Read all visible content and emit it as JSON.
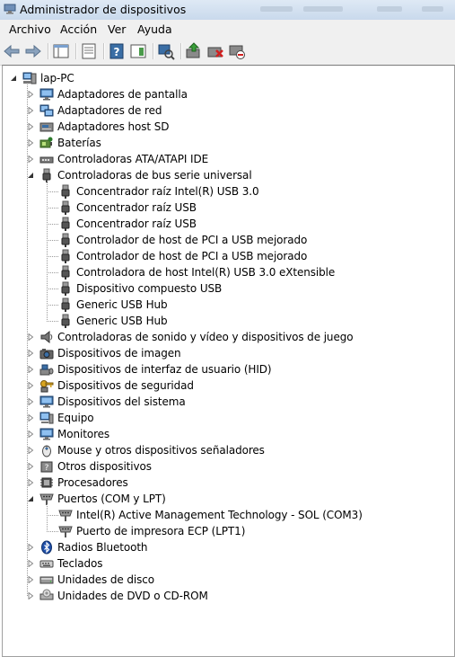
{
  "window": {
    "title": "Administrador de dispositivos"
  },
  "menu": [
    "Archivo",
    "Acción",
    "Ver",
    "Ayuda"
  ],
  "toolbar": [
    {
      "name": "back-arrow-icon"
    },
    {
      "name": "forward-arrow-icon"
    },
    {
      "sep": true
    },
    {
      "name": "show-hide-console-tree-icon"
    },
    {
      "sep": true
    },
    {
      "name": "properties-icon"
    },
    {
      "sep": true
    },
    {
      "name": "help-icon"
    },
    {
      "name": "show-action-pane-icon"
    },
    {
      "sep": true
    },
    {
      "name": "scan-hardware-icon"
    },
    {
      "sep": true
    },
    {
      "name": "update-driver-icon"
    },
    {
      "name": "uninstall-device-icon"
    },
    {
      "name": "disable-device-icon"
    }
  ],
  "tree": {
    "root": "lap-PC",
    "nodes": [
      {
        "label": "Adaptadores de pantalla",
        "icon": "monitor",
        "expanded": false
      },
      {
        "label": "Adaptadores de red",
        "icon": "network",
        "expanded": false
      },
      {
        "label": "Adaptadores host SD",
        "icon": "card",
        "expanded": false
      },
      {
        "label": "Baterías",
        "icon": "battery",
        "expanded": false
      },
      {
        "label": "Controladoras ATA/ATAPI IDE",
        "icon": "ide",
        "expanded": false
      },
      {
        "label": "Controladoras de bus serie universal",
        "icon": "usb",
        "expanded": true,
        "children": [
          "Concentrador raíz Intel(R) USB 3.0",
          "Concentrador raíz USB",
          "Concentrador raíz USB",
          "Controlador de host de PCI a USB mejorado",
          "Controlador de host de PCI a USB mejorado",
          "Controladora de host Intel(R) USB 3.0 eXtensible",
          "Dispositivo compuesto USB",
          "Generic USB Hub",
          "Generic USB Hub"
        ],
        "childIcon": "usb"
      },
      {
        "label": "Controladoras de sonido y vídeo y dispositivos de juego",
        "icon": "speaker",
        "expanded": false
      },
      {
        "label": "Dispositivos de imagen",
        "icon": "camera",
        "expanded": false
      },
      {
        "label": "Dispositivos de interfaz de usuario (HID)",
        "icon": "hid",
        "expanded": false
      },
      {
        "label": "Dispositivos de seguridad",
        "icon": "key",
        "expanded": false
      },
      {
        "label": "Dispositivos del sistema",
        "icon": "monitor",
        "expanded": false
      },
      {
        "label": "Equipo",
        "icon": "computer",
        "expanded": false
      },
      {
        "label": "Monitores",
        "icon": "monitor",
        "expanded": false
      },
      {
        "label": "Mouse y otros dispositivos señaladores",
        "icon": "mouse",
        "expanded": false
      },
      {
        "label": "Otros dispositivos",
        "icon": "other",
        "expanded": false
      },
      {
        "label": "Procesadores",
        "icon": "cpu",
        "expanded": false
      },
      {
        "label": "Puertos (COM y LPT)",
        "icon": "port",
        "expanded": true,
        "children": [
          "Intel(R) Active Management Technology - SOL (COM3)",
          "Puerto de impresora ECP (LPT1)"
        ],
        "childIcon": "port"
      },
      {
        "label": "Radios Bluetooth",
        "icon": "bluetooth",
        "expanded": false
      },
      {
        "label": "Teclados",
        "icon": "keyboard",
        "expanded": false
      },
      {
        "label": "Unidades de disco",
        "icon": "disk",
        "expanded": false
      },
      {
        "label": "Unidades de DVD o CD-ROM",
        "icon": "dvd",
        "expanded": false
      }
    ]
  },
  "colors": {
    "menubar": "#f0f0f0",
    "titlebar": "#dfe9f5",
    "treeline": "#9a9a9a"
  }
}
